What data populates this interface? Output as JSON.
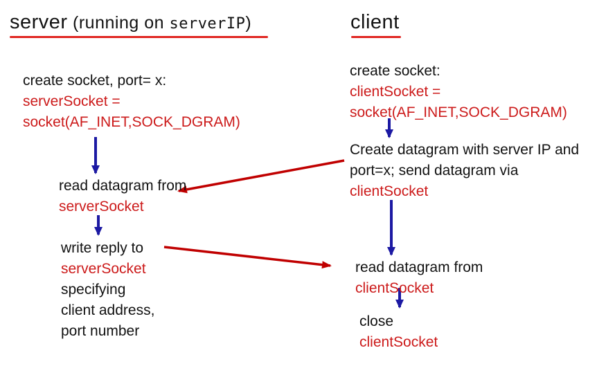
{
  "colors": {
    "red_text": "#cc1a1a",
    "red_arrow": "#c00000",
    "blue_arrow": "#1c19a3",
    "underline_red": "#e02420",
    "black_text": "#111111"
  },
  "server": {
    "heading": {
      "word": "server",
      "annotation_prefix": " (running on ",
      "annotation_code": "serverIP",
      "annotation_suffix": ")"
    },
    "block_create": {
      "line1": "create socket, port= x:",
      "line2": "serverSocket =",
      "line3": "socket(AF_INET,SOCK_DGRAM)"
    },
    "block_read": {
      "line1": "read datagram from",
      "line2": "serverSocket"
    },
    "block_write": {
      "line1": "write reply to",
      "line2": "serverSocket",
      "line3": "specifying",
      "line4": "client address,",
      "line5": "port number"
    }
  },
  "client": {
    "heading": {
      "word": "client"
    },
    "block_create": {
      "line1": "create socket:",
      "line2": "clientSocket =",
      "line3": "socket(AF_INET,SOCK_DGRAM)"
    },
    "block_send": {
      "line1": "Create datagram with server IP and",
      "line2": "port=x; send datagram via",
      "line3": "clientSocket"
    },
    "block_read": {
      "line1": "read datagram from",
      "line2": "clientSocket"
    },
    "block_close": {
      "line1": "close",
      "line2": "clientSocket"
    }
  },
  "arrows": {
    "blue_sequence": [
      "server: create socket -> read datagram",
      "server: read datagram -> write reply",
      "client: create socket -> create/send datagram",
      "client: send datagram -> read datagram",
      "client: read datagram -> close"
    ],
    "red_messages": [
      "client send datagram via clientSocket -> server read datagram from serverSocket",
      "server write reply to serverSocket -> client read datagram from clientSocket"
    ]
  }
}
